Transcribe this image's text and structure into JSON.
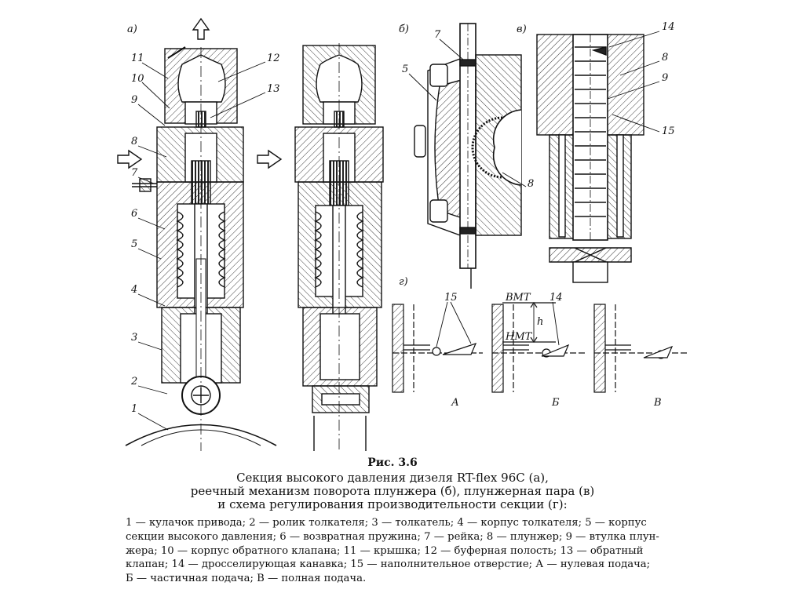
{
  "figure": {
    "number": "Рис. 3.6",
    "caption_lines": [
      "Секция высокого давления дизеля RT-flex 96C (а),",
      "реечный механизм поворота плунжера (б), плунжерная пара (в)",
      "и схема регулирования производительности секции (г):"
    ],
    "legend_lines": [
      "1 — кулачок привода; 2 — ролик толкателя; 3 — толкатель; 4 — корпус толкателя; 5 — корпус",
      "секции высокого давления; 6 — возвратная пружина; 7 — рейка; 8 — плунжер; 9 — втулка плун-",
      "жера; 10 — корпус обратного клапана; 11 — крышка; 12 — буферная полость; 13 — обратный",
      "клапан; 14 — дросселирующая канавка; 15 — наполнительное отверстие; А — нулевая подача;",
      "Б — частичная подача; В — полная подача."
    ]
  },
  "labels": {
    "views": {
      "a": "а)",
      "b": "б)",
      "v": "в)",
      "g": "г)"
    },
    "view_a": [
      "11",
      "10",
      "9",
      "8",
      "7",
      "6",
      "5",
      "4",
      "3",
      "2",
      "1",
      "12",
      "13"
    ],
    "view_b": [
      "7",
      "5",
      "8"
    ],
    "view_v": [
      "14",
      "8",
      "9",
      "15"
    ],
    "view_g": {
      "hole_label": "15",
      "groove_label": "14",
      "bmt": "BMT",
      "nmt": "HMT",
      "stroke": "h",
      "cases": [
        "А",
        "Б",
        "В"
      ]
    }
  }
}
